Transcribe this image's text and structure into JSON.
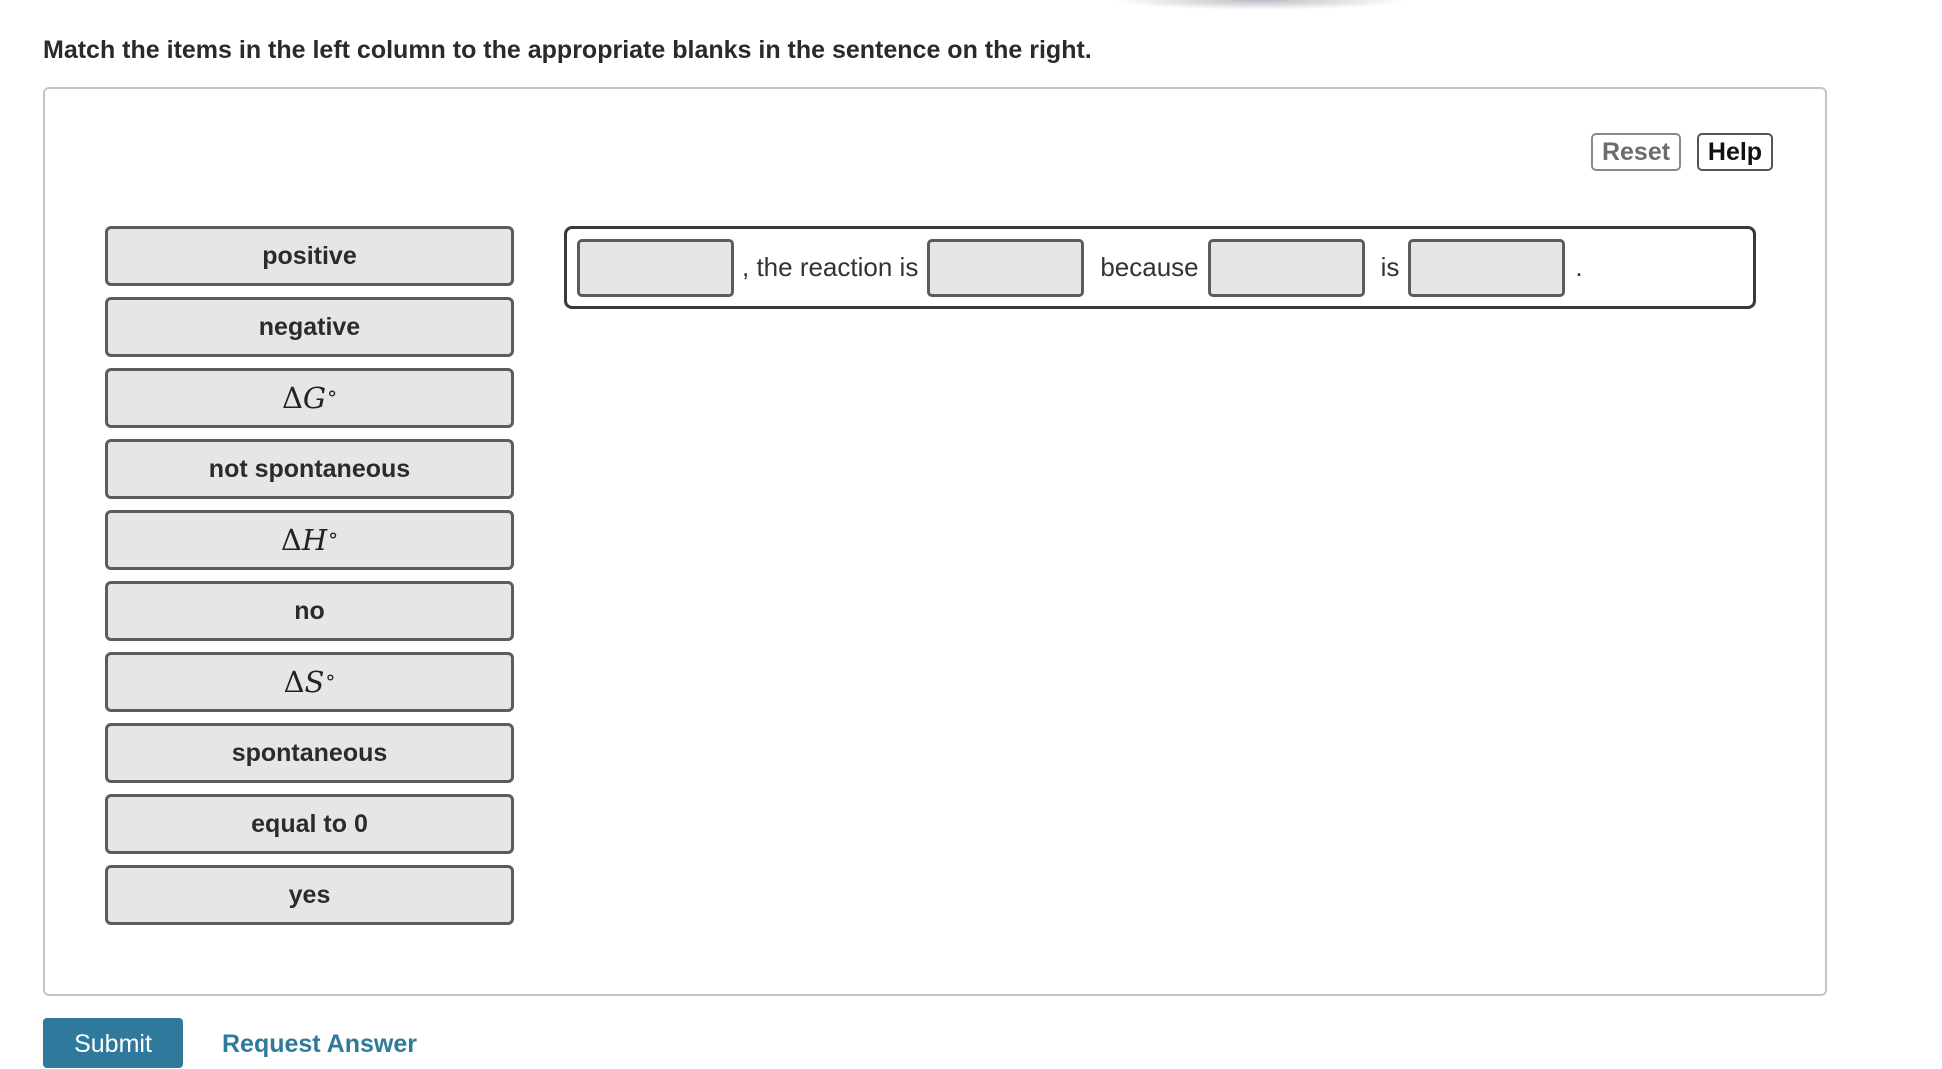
{
  "instruction": "Match the items in the left column to the appropriate blanks in the sentence on the right.",
  "toolbar": {
    "reset_label": "Reset",
    "help_label": "Help"
  },
  "choices": [
    {
      "label": "positive",
      "kind": "text"
    },
    {
      "label": "negative",
      "kind": "text"
    },
    {
      "label": "ΔG°",
      "kind": "math",
      "symbol": "Δ",
      "variable": "G",
      "superscript": "°"
    },
    {
      "label": "not spontaneous",
      "kind": "text"
    },
    {
      "label": "ΔH°",
      "kind": "math",
      "symbol": "Δ",
      "variable": "H",
      "superscript": "°"
    },
    {
      "label": "no",
      "kind": "text"
    },
    {
      "label": "ΔS°",
      "kind": "math",
      "symbol": "Δ",
      "variable": "S",
      "superscript": "°"
    },
    {
      "label": "spontaneous",
      "kind": "text"
    },
    {
      "label": "equal to 0",
      "kind": "text"
    },
    {
      "label": "yes",
      "kind": "text"
    }
  ],
  "sentence": {
    "parts": [
      ", the reaction is",
      "because",
      "is",
      "."
    ],
    "blanks": [
      "",
      "",
      "",
      ""
    ]
  },
  "footer": {
    "submit_label": "Submit",
    "request_answer_label": "Request Answer"
  },
  "colors": {
    "accent": "#2f7a9c",
    "tile_background": "#e6e6e6",
    "tile_border": "#5c5c5c"
  }
}
